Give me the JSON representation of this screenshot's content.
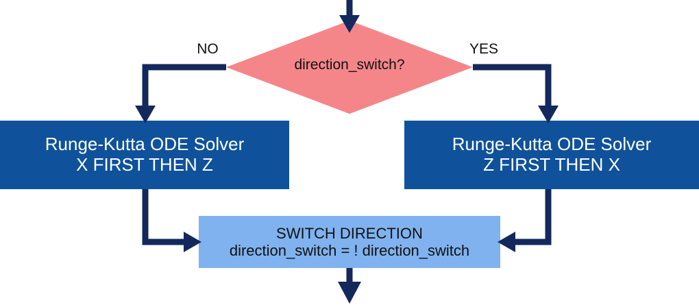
{
  "diagram": {
    "type": "flowchart",
    "title": "",
    "colors": {
      "decision_fill": "#F4868A",
      "process_fill_dark": "#0F529B",
      "process_fill_light": "#7FB2EF",
      "connector": "#13295C",
      "text_on_dark": "#FFFFFF",
      "text_on_light": "#111111",
      "background": "#FFFFFF"
    },
    "nodes": {
      "decision": {
        "shape": "diamond",
        "label": "direction_switch?"
      },
      "solver_left": {
        "shape": "rectangle",
        "line1": "Runge-Kutta ODE Solver",
        "line2": "X FIRST THEN Z"
      },
      "solver_right": {
        "shape": "rectangle",
        "line1": "Runge-Kutta ODE Solver",
        "line2": "Z FIRST THEN X"
      },
      "switch_direction": {
        "shape": "rectangle",
        "line1": "SWITCH DIRECTION",
        "line2": "direction_switch = ! direction_switch"
      }
    },
    "edges": {
      "no_label": "NO",
      "yes_label": "YES"
    }
  }
}
